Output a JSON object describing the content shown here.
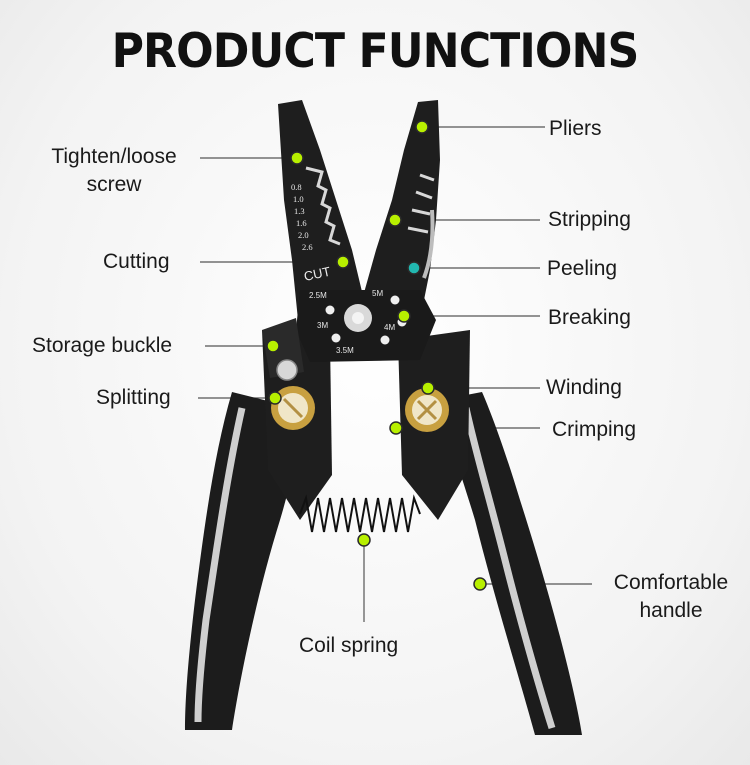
{
  "title": "PRODUCT FUNCTIONS",
  "colors": {
    "dot": "#b8f000",
    "dot_peeling": "#22b8b0",
    "brass": "#c8a040",
    "steel": "#2a2a2a",
    "accent": "#c8c8c8"
  },
  "tool_markings": {
    "gauges": [
      "0.8",
      "1.0",
      "1.3",
      "1.6",
      "2.0",
      "2.6"
    ],
    "cut": "CUT",
    "bolts": [
      "2.5M",
      "3M",
      "3.5M",
      "4M",
      "5M"
    ]
  },
  "labels": [
    {
      "id": "pliers",
      "lines": [
        "Pliers"
      ]
    },
    {
      "id": "tighten",
      "lines": [
        "Tighten/loose",
        "screw"
      ]
    },
    {
      "id": "stripping",
      "lines": [
        "Stripping"
      ]
    },
    {
      "id": "cutting",
      "lines": [
        "Cutting"
      ]
    },
    {
      "id": "peeling",
      "lines": [
        "Peeling"
      ]
    },
    {
      "id": "breaking",
      "lines": [
        "Breaking"
      ]
    },
    {
      "id": "storage",
      "lines": [
        "Storage buckle"
      ]
    },
    {
      "id": "winding",
      "lines": [
        "Winding"
      ]
    },
    {
      "id": "splitting",
      "lines": [
        "Splitting"
      ]
    },
    {
      "id": "crimping",
      "lines": [
        "Crimping"
      ]
    },
    {
      "id": "handle",
      "lines": [
        "Comfortable",
        "handle"
      ]
    },
    {
      "id": "spring",
      "lines": [
        "Coil spring"
      ]
    }
  ]
}
